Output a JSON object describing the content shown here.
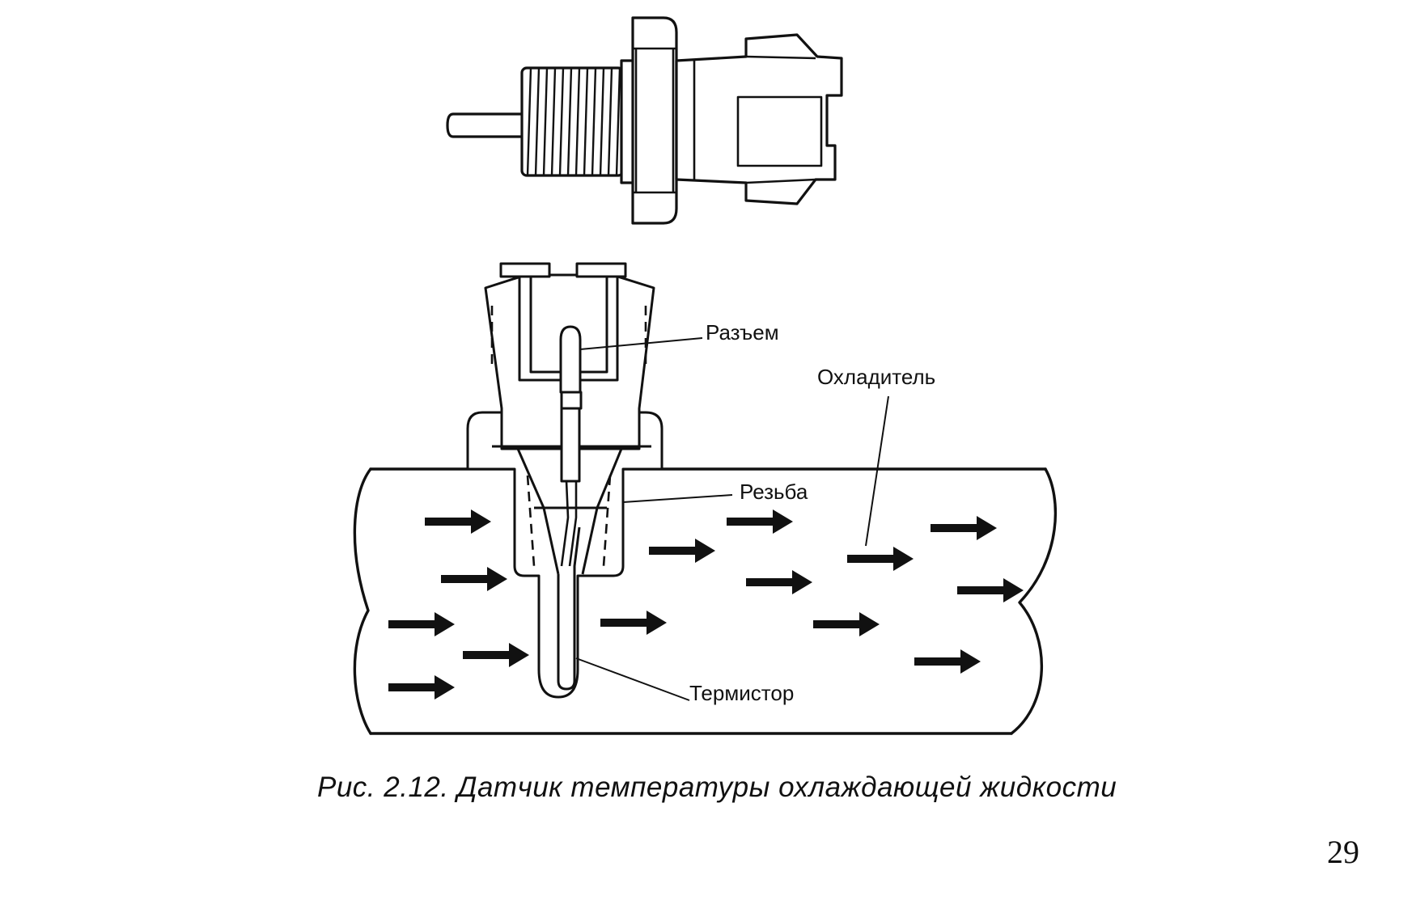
{
  "labels": {
    "connector": "Разъем",
    "coolant": "Охладитель",
    "thread": "Резьба",
    "thermistor": "Термистор"
  },
  "caption": "Рис. 2.12. Датчик температуры охлаждающей жидкости",
  "page_number": "29"
}
